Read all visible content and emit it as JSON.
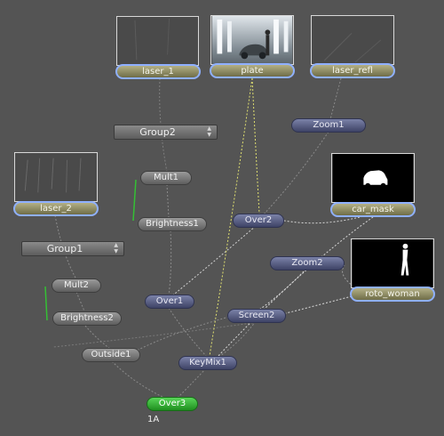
{
  "colors": {
    "background": "#545454",
    "pipe": "#8a8a8a",
    "mask_pipe": "#d8d8d8",
    "effect_pipe": "#e0e070",
    "group_link": "#34c034",
    "selected_node": "#2fbf2f",
    "clip_highlight": "#8fb0ff"
  },
  "clips": {
    "laser_1": "laser_1",
    "plate": "plate",
    "laser_refl": "laser_refl",
    "laser_2": "laser_2",
    "car_mask": "car_mask",
    "roto_woman": "roto_woman"
  },
  "groups": {
    "group1": "Group1",
    "group2": "Group2"
  },
  "nodes": {
    "zoom1": "Zoom1",
    "mult1": "Mult1",
    "brightness1": "Brightness1",
    "over2": "Over2",
    "zoom2": "Zoom2",
    "mult2": "Mult2",
    "brightness2": "Brightness2",
    "over1": "Over1",
    "screen2": "Screen2",
    "outside1": "Outside1",
    "keymix1": "KeyMix1",
    "over3": "Over3"
  },
  "selected_label": "1A"
}
